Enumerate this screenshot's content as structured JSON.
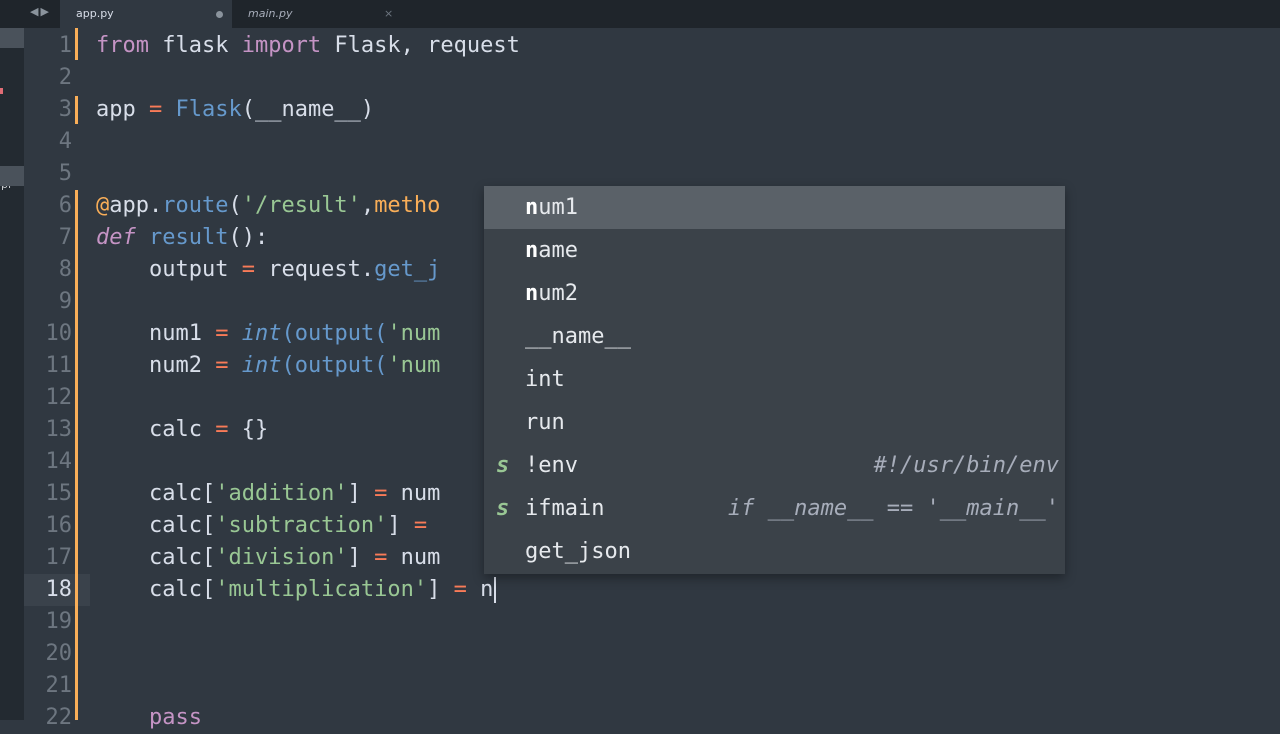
{
  "tabs": [
    {
      "label": "app.py",
      "state": "active",
      "dirty": true
    },
    {
      "label": "main.py",
      "state": "inactive"
    }
  ],
  "nav": {
    "back_icon": "triangle-left",
    "forward_icon": "triangle-right"
  },
  "sidebar": {
    "visible_text": "pi"
  },
  "line_numbers": [
    "1",
    "2",
    "3",
    "4",
    "5",
    "6",
    "7",
    "8",
    "9",
    "10",
    "11",
    "12",
    "13",
    "14",
    "15",
    "16",
    "17",
    "18",
    "19",
    "20",
    "21",
    "22"
  ],
  "current_line": "18",
  "code": {
    "l1": {
      "kw1": "from",
      "mod": " flask ",
      "kw2": "import",
      "rest": " Flask, request"
    },
    "l3": {
      "a": "app ",
      "eq": "=",
      "sp": " ",
      "fn": "Flask",
      "rest": "(__name__)"
    },
    "l6": {
      "dec": "@",
      "obj": "app.",
      "fn": "route",
      "p1": "(",
      "str": "'/result'",
      "comma": ",",
      "param": "metho"
    },
    "l7": {
      "kw": "def",
      "sp": " ",
      "fn": "result",
      "rest": "():"
    },
    "l8": {
      "ind": "    output ",
      "eq": "=",
      "mid": " request.",
      "fn": "get_j"
    },
    "l10": {
      "ind": "    num1 ",
      "eq": "=",
      "sp": " ",
      "fn": "int",
      "p": "(output(",
      "str": "'num"
    },
    "l11": {
      "ind": "    num2 ",
      "eq": "=",
      "sp": " ",
      "fn": "int",
      "p": "(output(",
      "str": "'num"
    },
    "l13": {
      "ind": "    calc ",
      "eq": "=",
      "rest": " {}"
    },
    "l15": {
      "ind": "    calc[",
      "str": "'addition'",
      "rest": "] ",
      "eq": "=",
      "tail": " num"
    },
    "l16": {
      "ind": "    calc[",
      "str": "'subtraction'",
      "rest": "] ",
      "eq": "=",
      "tail": ""
    },
    "l17": {
      "ind": "    calc[",
      "str": "'division'",
      "rest": "] ",
      "eq": "=",
      "tail": " num"
    },
    "l18": {
      "ind": "    calc[",
      "str": "'multiplication'",
      "rest": "] ",
      "eq": "=",
      "tail": " n"
    },
    "l22": {
      "ind": "    ",
      "kw": "pass"
    }
  },
  "autocomplete": {
    "items": [
      {
        "kind": "",
        "bold": "n",
        "rest": "um1",
        "annotation": "",
        "selected": true
      },
      {
        "kind": "",
        "bold": "n",
        "rest": "ame",
        "annotation": ""
      },
      {
        "kind": "",
        "bold": "n",
        "rest": "um2",
        "annotation": ""
      },
      {
        "kind": "",
        "bold": "",
        "rest": "__name__",
        "annotation": ""
      },
      {
        "kind": "",
        "bold": "",
        "rest": "int",
        "annotation": ""
      },
      {
        "kind": "",
        "bold": "",
        "rest": "run",
        "annotation": ""
      },
      {
        "kind": "s",
        "bold": "",
        "rest": "!env",
        "annotation": "#!/usr/bin/env"
      },
      {
        "kind": "s",
        "bold": "",
        "rest": "ifmain",
        "annotation": "if __name__ == '__main__'"
      },
      {
        "kind": "",
        "bold": "",
        "rest": "get_json",
        "annotation": ""
      }
    ]
  },
  "colors": {
    "background": "#303841",
    "keyword": "#c594c5",
    "function": "#6699cc",
    "string": "#99c794",
    "operator": "#f97b58",
    "decorator": "#f9ae58",
    "gutter_marker": "#f9ae58"
  }
}
